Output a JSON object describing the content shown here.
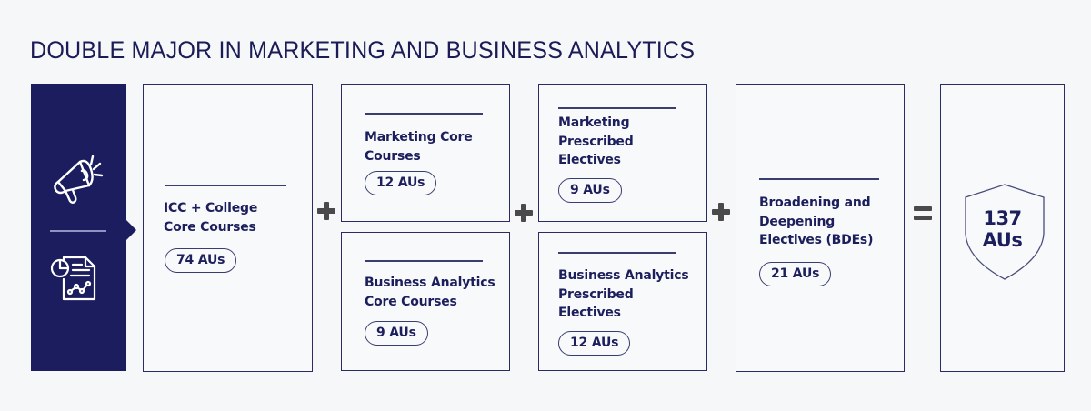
{
  "title": "DOUBLE MAJOR IN MARKETING AND BUSINESS ANALYTICS",
  "colors": {
    "navy": "#1b1d5e",
    "text": "#1c1f5c",
    "border": "#2a2c63",
    "operator": "#4a4a4d",
    "background": "#f6f7f9"
  },
  "sidebar": {
    "icons": [
      "megaphone-icon",
      "report-chart-icon"
    ]
  },
  "operators": {
    "plus": "+",
    "equals": "="
  },
  "components": [
    {
      "id": "icc",
      "label_lines": [
        "ICC + College",
        "Core Courses"
      ],
      "aus": "74 AUs"
    },
    {
      "id": "mkt-core",
      "label_lines": [
        "Marketing Core",
        "Courses"
      ],
      "aus": "12 AUs"
    },
    {
      "id": "ba-core",
      "label_lines": [
        "Business Analytics",
        "Core Courses"
      ],
      "aus": "9 AUs"
    },
    {
      "id": "mkt-pe",
      "label_lines": [
        "Marketing",
        "Prescribed",
        "Electives"
      ],
      "aus": "9 AUs"
    },
    {
      "id": "ba-pe",
      "label_lines": [
        "Business Analytics",
        "Prescribed",
        "Electives"
      ],
      "aus": "12 AUs"
    },
    {
      "id": "bde",
      "label_lines": [
        "Broadening and",
        "Deepening",
        "Electives (BDEs)"
      ],
      "aus": "21 AUs"
    }
  ],
  "total": {
    "value": "137",
    "unit": "AUs"
  }
}
